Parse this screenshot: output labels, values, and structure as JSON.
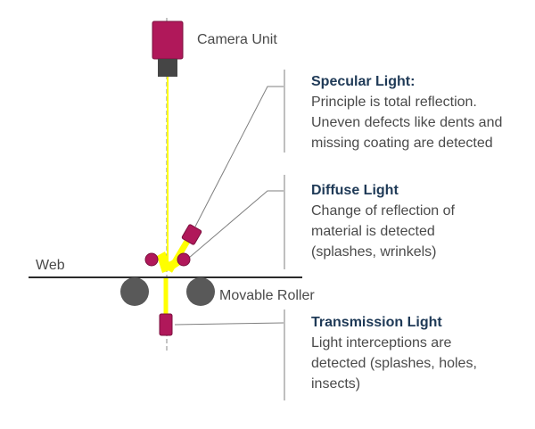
{
  "colors": {
    "magenta": "#b0185a",
    "beam_yellow": "#ffff00",
    "line_gray": "#7f7f7f",
    "roller_gray": "#595959",
    "camera_lens": "#454545",
    "title_navy": "#1f3a57",
    "text_gray": "#4a4a4a"
  },
  "labels": {
    "camera_unit": "Camera Unit",
    "web": "Web",
    "movable_roller": "Movable Roller"
  },
  "specular": {
    "title": "Specular Light:",
    "lines": [
      "Principle is total reflection.",
      "Uneven defects like dents and",
      "missing coating are detected"
    ]
  },
  "diffuse": {
    "title": "Diffuse Light",
    "lines": [
      "Change of reflection of",
      "material is detected",
      "(splashes, wrinkels)"
    ]
  },
  "transmission": {
    "title": "Transmission Light",
    "lines": [
      "Light interceptions are",
      "detected (splashes, holes,",
      "insects)"
    ]
  }
}
